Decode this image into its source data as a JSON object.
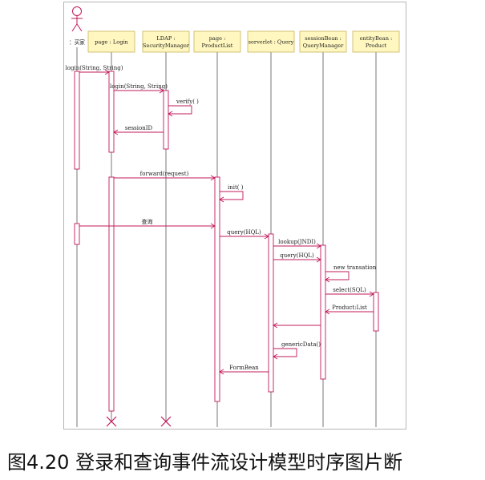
{
  "colors": {
    "accent": "#c2185b",
    "header_fill": "#fff7bf",
    "header_stroke": "#c8b560",
    "lifeline": "#555555",
    "frame": "#b5b5b5"
  },
  "diagram": {
    "actor": {
      "label": "：买家",
      "icon": "stick-figure-actor-icon"
    },
    "participants": [
      {
        "id": "login_page",
        "lines": [
          "page : Login"
        ]
      },
      {
        "id": "ldap",
        "lines": [
          "LDAP :",
          "SecurityManager"
        ]
      },
      {
        "id": "product_list",
        "lines": [
          "page :",
          "ProductList"
        ]
      },
      {
        "id": "query_servlet",
        "lines": [
          "serverlet : Query"
        ]
      },
      {
        "id": "query_manager",
        "lines": [
          "sessionBean :",
          "QueryManager"
        ]
      },
      {
        "id": "product_entity",
        "lines": [
          "entityBean :",
          "Product"
        ]
      }
    ],
    "messages": [
      {
        "from": "actor",
        "to": "login_page",
        "label": "login(String, String)",
        "style": "call"
      },
      {
        "from": "login_page",
        "to": "ldap",
        "label": "login(String, String)",
        "style": "call"
      },
      {
        "from": "ldap",
        "to": "ldap",
        "label": "verify( )",
        "style": "self"
      },
      {
        "from": "ldap",
        "to": "login_page",
        "label": "sessionID",
        "style": "return"
      },
      {
        "from": "login_page",
        "to": "product_list",
        "label": "forward(request)",
        "style": "call"
      },
      {
        "from": "product_list",
        "to": "product_list",
        "label": "init( )",
        "style": "self"
      },
      {
        "from": "actor",
        "to": "product_list",
        "label": "查询",
        "style": "call"
      },
      {
        "from": "product_list",
        "to": "query_servlet",
        "label": "query(HQL)",
        "style": "call"
      },
      {
        "from": "query_servlet",
        "to": "query_manager",
        "label": "lookup(JNDI)",
        "style": "call"
      },
      {
        "from": "query_servlet",
        "to": "query_manager",
        "label": "query(HQL)",
        "style": "call"
      },
      {
        "from": "query_manager",
        "to": "query_manager",
        "label": "new transation",
        "style": "self"
      },
      {
        "from": "query_manager",
        "to": "product_entity",
        "label": "select(SQL)",
        "style": "call"
      },
      {
        "from": "product_entity",
        "to": "query_manager",
        "label": "Product:List",
        "style": "return"
      },
      {
        "from": "query_manager",
        "to": "query_servlet",
        "label": "",
        "style": "return"
      },
      {
        "from": "query_servlet",
        "to": "query_servlet",
        "label": "genericData()",
        "style": "self"
      },
      {
        "from": "query_servlet",
        "to": "product_list",
        "label": "FormBean",
        "style": "return"
      }
    ],
    "destroyed": [
      "login_page",
      "ldap"
    ]
  },
  "caption": {
    "text": "图4.20 登录和查询事件流设计模型时序图片断"
  }
}
